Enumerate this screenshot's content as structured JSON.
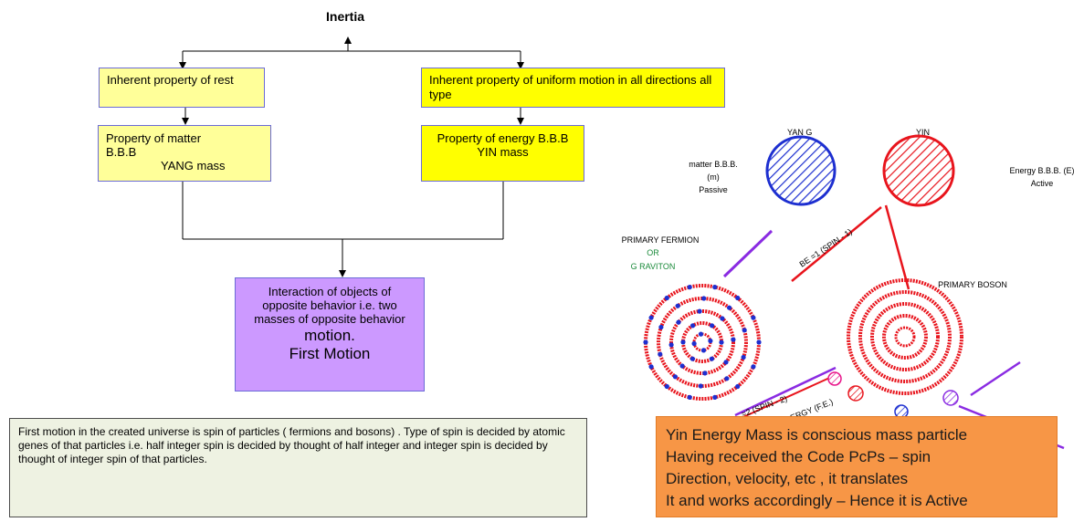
{
  "flowchart": {
    "title": "Inertia",
    "left_top": "Inherent property of rest",
    "right_top": "Inherent property of uniform motion in all directions all type",
    "left_mid_line1": "Property of matter",
    "left_mid_line2": "B.B.B",
    "left_mid_line3": "YANG mass",
    "right_mid_line1": "Property of energy B.B.B",
    "right_mid_line2": "YIN mass",
    "bottom_text": "Interaction of objects of opposite behavior i.e. two masses of opposite behavior",
    "bottom_motion": "motion.",
    "bottom_first": "First Motion"
  },
  "note": {
    "text": "First motion in the created universe is spin of particles ( fermions and bosons) .  Type of spin is decided  by  atomic genes of that particles i.e. half integer spin is decided by thought of half integer and integer spin is decided by thought of integer spin of that particles."
  },
  "figure": {
    "yang": "YAN G",
    "yin": "YIN",
    "matter_1": "matter B.B.B.",
    "matter_2": "(m)",
    "matter_3": "Passive",
    "energy_1": "Energy B.B.B. (E)",
    "energy_2": "Active",
    "fermion_1": "PRIMARY FERMION",
    "fermion_2": "OR",
    "fermion_3": "G RAVITON",
    "boson": "PRIMARY BOSON",
    "be_label": "BE =1 (SPIN - 1)",
    "spin2_label": "=2 (SPIN - 2)",
    "energy_fe": "ERGY (F.E.)"
  },
  "callout": {
    "line1": "Yin Energy Mass is conscious  mass particle",
    "line2": "Having received the Code PcPs – spin",
    "line3": "Direction, velocity, etc , it translates",
    "line4": "It and works accordingly – Hence it is Active"
  },
  "colors": {
    "light_yellow": "#ffff99",
    "yellow": "#ffff00",
    "purple": "#cc99ff",
    "orange": "#f79646",
    "note_bg": "#eef2e2",
    "ring_red": "#e8141c",
    "dot_blue": "#1d2fd0",
    "violet": "#8a2be2",
    "green": "#1a8a3a"
  }
}
